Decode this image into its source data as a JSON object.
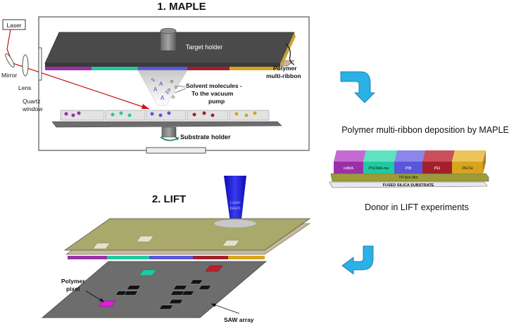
{
  "maple": {
    "title": "1. MAPLE",
    "laser": "Laser",
    "mirror": "Mirror",
    "lens": "Lens",
    "quartz_window_line1": "Quartz",
    "quartz_window_line2": "window",
    "target_holder": "Target holder",
    "polymer_ribbon_line1": "Polymer",
    "polymer_ribbon_line2": "multi-ribbon",
    "solvent_line1": "Solvent molecules -",
    "solvent_line2": "To the vacuum",
    "solvent_line3": "pump",
    "substrate_holder": "Substrate holder"
  },
  "middle": {
    "deposition_caption": "Polymer multi-ribbon deposition by MAPLE",
    "donor_caption": "Donor in LIFT experiments",
    "tp_film": "TP thin film",
    "substrate": "FUSED SILICA SUBSTRATE",
    "polymers": [
      "ndMA",
      "PSCMA-me",
      "PIB",
      "PEI",
      "PECH"
    ]
  },
  "lift": {
    "title": "2. LIFT",
    "beam_line1": "Laser",
    "beam_line2": "beam",
    "polymer_pixel_line1": "Polymer",
    "polymer_pixel_line2": "pixel",
    "saw_array": "SAW array"
  },
  "colors": {
    "ndma": "#9b2fa8",
    "pscma": "#22c9a0",
    "pib": "#5a56d8",
    "pei": "#a3202a",
    "pech": "#d6a41e",
    "tp_film": "#9a9c3a",
    "donor_plate": "#a8a96a",
    "target": "#4a4a4a",
    "laser_beam": "#1a1ad6",
    "arrow": "#29b1e8"
  }
}
